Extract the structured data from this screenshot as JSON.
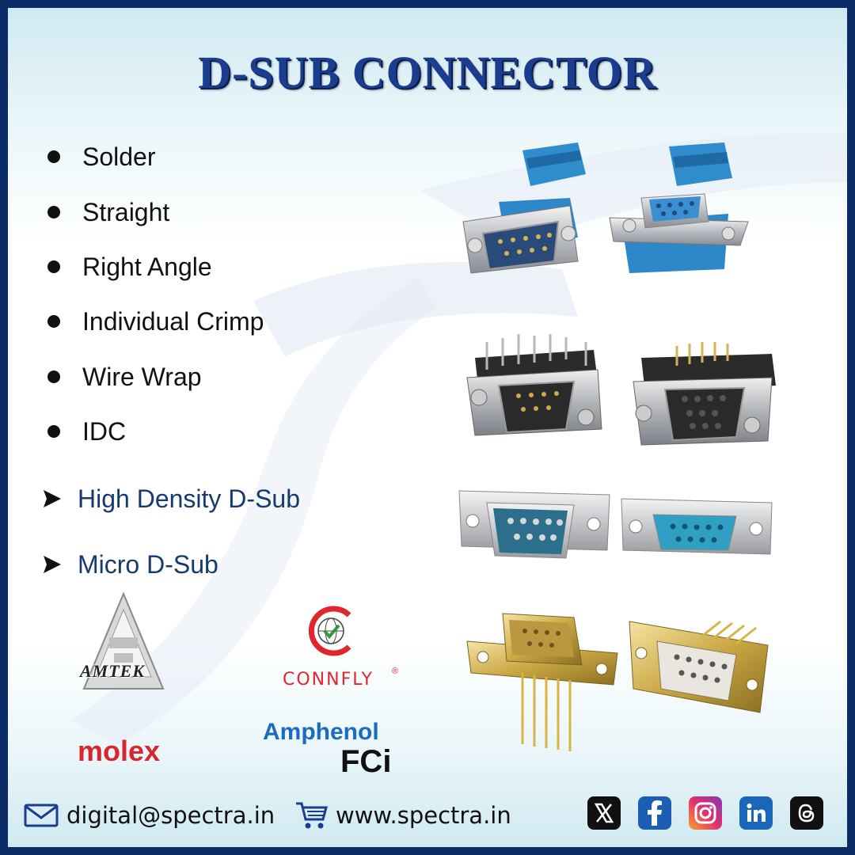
{
  "title": "D-SUB CONNECTOR",
  "features": [
    "Solder",
    "Straight",
    "Right Angle",
    "Individual Crimp",
    "Wire Wrap",
    "IDC"
  ],
  "more_types": [
    "High Density D-Sub",
    "Micro D-Sub"
  ],
  "brands": {
    "amtek": "AMTEK",
    "connfly": "CONNFLY",
    "connfly_mark": "®",
    "molex": "molex",
    "amphenol": "Amphenol",
    "fci": "FCi"
  },
  "footer": {
    "email": "digital@spectra.in",
    "website": "www.spectra.in"
  },
  "social_icons": [
    "x-icon",
    "facebook-icon",
    "instagram-icon",
    "linkedin-icon",
    "threads-icon"
  ],
  "colors": {
    "frame": "#0b2c66",
    "title": "#1a3d8f",
    "accent_blue": "#16396f",
    "molex_red": "#d7262d",
    "connfly_red": "#e0262c",
    "amphenol_blue": "#1c6bc1"
  }
}
